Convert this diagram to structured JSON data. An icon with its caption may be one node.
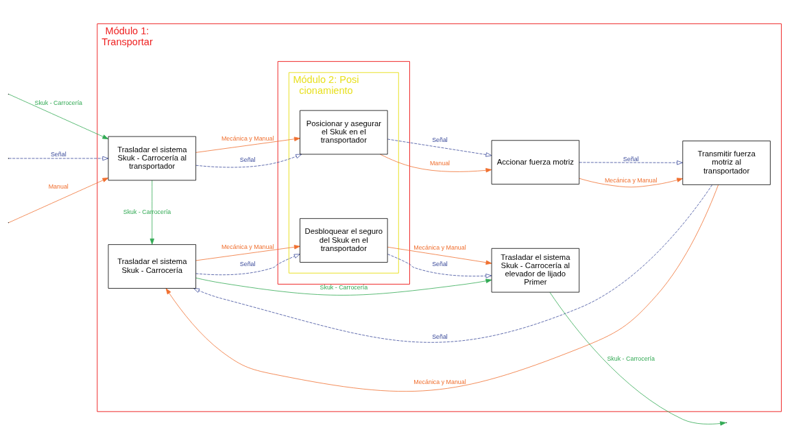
{
  "diagram": {
    "nodes": [
      {
        "text": [
          "Módulo 1: Transportar"
        ]
      },
      {
        "text": [],
        "shape": "box",
        "in": 0
      },
      {
        "text": [
          "Módulo 2: Posicionamiento"
        ],
        "in": 1
      },
      {
        "text": [
          "Trasladar el sistema Skuk - Carrocería al transportador"
        ],
        "in": 0
      },
      {
        "text": [
          "Posicionar y asegurar el Skuk en el transportador"
        ],
        "in": 2
      },
      {
        "text": [
          "Accionar fuerza motriz"
        ],
        "in": 0
      },
      {
        "text": [
          "Transmitir fuerza motriz al transportador"
        ],
        "in": 0
      },
      {
        "text": [
          "Trasladar el sistema Skuk - Carrocería"
        ],
        "in": 0
      },
      {
        "text": [
          "Desbloquear el seguro del Skuk en el transportador"
        ],
        "in": 2
      },
      {
        "text": [
          "Trasladar el sistema Skuk - Carrocería al elevador de lijado Primer"
        ],
        "in": 0
      }
    ],
    "edges": [
      {
        "from": null,
        "to": 3,
        "arrow": "to",
        "label": "Skuk - Carrocería",
        "color": "#33aa55"
      },
      {
        "from": null,
        "to": 3,
        "arrow": "to",
        "label": "Manual",
        "color": "#f07030"
      },
      {
        "from": null,
        "to": 3,
        "arrow": "to",
        "label": "Señal",
        "style": "dashed",
        "color": "#3a4a9a"
      },
      {
        "from": 3,
        "to": 4,
        "arrow": "to",
        "label": "Mecánica y Manual",
        "color": "#f07030"
      },
      {
        "from": 3,
        "to": 4,
        "arrow": "to",
        "label": "Señal",
        "style": "dashed",
        "color": "#3a4a9a"
      },
      {
        "from": 3,
        "to": 7,
        "arrow": "to",
        "label": "Skuk - Carrocería",
        "color": "#33aa55"
      },
      {
        "from": 4,
        "to": 5,
        "arrow": "to",
        "label": "Manual",
        "color": "#f07030"
      },
      {
        "from": 4,
        "to": 5,
        "arrow": "to",
        "label": "Señal",
        "style": "dashed",
        "color": "#3a4a9a"
      },
      {
        "from": 5,
        "to": 6,
        "arrow": "to",
        "label": "Mecánica y Manual",
        "color": "#f07030"
      },
      {
        "from": 5,
        "to": 6,
        "arrow": "to",
        "label": "Señal",
        "style": "dashed",
        "color": "#3a4a9a"
      },
      {
        "from": 6,
        "to": 7,
        "arrow": "to",
        "label": "Mecánica y Manual",
        "color": "#f07030"
      },
      {
        "from": 6,
        "to": 7,
        "arrow": "to",
        "label": "Señal",
        "style": "dashed",
        "color": "#3a4a9a"
      },
      {
        "from": 7,
        "to": 8,
        "arrow": "to",
        "label": "Mecánica y Manual",
        "color": "#f07030"
      },
      {
        "from": 7,
        "to": 8,
        "arrow": "to",
        "label": "Señal",
        "style": "dashed",
        "color": "#3a4a9a"
      },
      {
        "from": 7,
        "to": 9,
        "arrow": "to",
        "label": "Skuk - Carrocería",
        "color": "#33aa55"
      },
      {
        "from": 8,
        "to": 9,
        "arrow": "to",
        "label": "Mecánica y Manual",
        "color": "#f07030"
      },
      {
        "from": 8,
        "to": 9,
        "arrow": "to",
        "label": "Señal",
        "style": "dashed",
        "color": "#3a4a9a"
      },
      {
        "from": 9,
        "to": null,
        "arrow": "to",
        "label": "Skuk - Carrocería",
        "color": "#33aa55"
      }
    ]
  }
}
